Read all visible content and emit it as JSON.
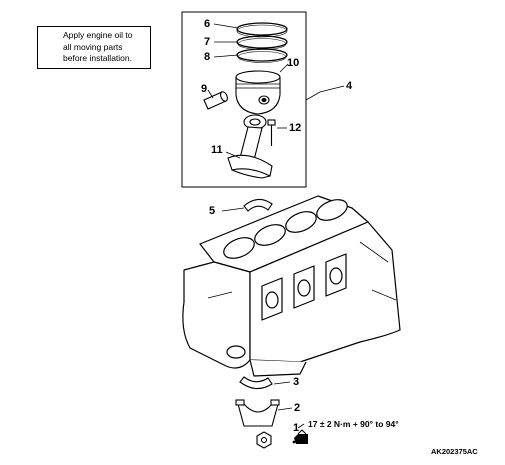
{
  "note": {
    "text": "Apply engine oil to\nall moving parts\nbefore installation.",
    "icon": "oil-can-icon"
  },
  "callouts": [
    {
      "id": "6",
      "part": "piston-ring-top"
    },
    {
      "id": "7",
      "part": "piston-ring-second"
    },
    {
      "id": "8",
      "part": "oil-ring"
    },
    {
      "id": "10",
      "part": "piston"
    },
    {
      "id": "9",
      "part": "piston-pin"
    },
    {
      "id": "4",
      "part": "piston-and-connecting-rod-assembly"
    },
    {
      "id": "12",
      "part": "connecting-rod-bolt"
    },
    {
      "id": "11",
      "part": "connecting-rod"
    },
    {
      "id": "5",
      "part": "upper-bearing-shell"
    },
    {
      "id": "3",
      "part": "lower-bearing-shell"
    },
    {
      "id": "2",
      "part": "connecting-rod-cap"
    },
    {
      "id": "1",
      "part": "connecting-rod-nut"
    }
  ],
  "torque_spec": "17 ± 2 N·m + 90° to 94°",
  "figure_code": "AK202375AC"
}
